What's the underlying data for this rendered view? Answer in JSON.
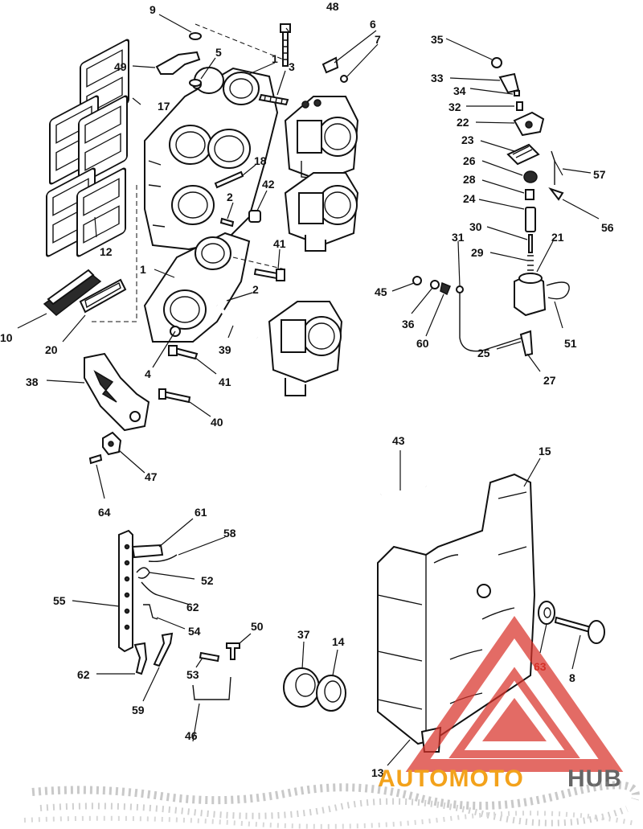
{
  "callouts": {
    "c1a": "1",
    "c1b": "1",
    "c2a": "2",
    "c2b": "2",
    "c3": "3",
    "c4": "4",
    "c5": "5",
    "c6": "6",
    "c7": "7",
    "c8": "8",
    "c9": "9",
    "c10": "10",
    "c12": "12",
    "c13": "13",
    "c14": "14",
    "c15": "15",
    "c17": "17",
    "c18": "18",
    "c20": "20",
    "c21": "21",
    "c22": "22",
    "c23": "23",
    "c24": "24",
    "c25": "25",
    "c26": "26",
    "c27": "27",
    "c28": "28",
    "c29": "29",
    "c30": "30",
    "c31": "31",
    "c32": "32",
    "c33": "33",
    "c34": "34",
    "c35": "35",
    "c36": "36",
    "c37": "37",
    "c38": "38",
    "c39": "39",
    "c40": "40",
    "c41a": "41",
    "c41b": "41",
    "c42": "42",
    "c43": "43",
    "c45": "45",
    "c46": "46",
    "c47": "47",
    "c48": "48",
    "c49": "49",
    "c50": "50",
    "c51": "51",
    "c52": "52",
    "c53": "53",
    "c54": "54",
    "c55": "55",
    "c56": "56",
    "c57": "57",
    "c58": "58",
    "c59": "59",
    "c60": "60",
    "c61": "61",
    "c62a": "62",
    "c62b": "62",
    "c63": "63",
    "c64": "64"
  },
  "watermark": {
    "brand_part1": "AUTOMOTO",
    "brand_part2": "HUB",
    "color_red": "#d9332a",
    "color_gold": "#f3a21b",
    "color_gray": "#666666"
  },
  "accent_colors": {
    "callout_red": "#cc2a1e",
    "lines": "#111111"
  }
}
